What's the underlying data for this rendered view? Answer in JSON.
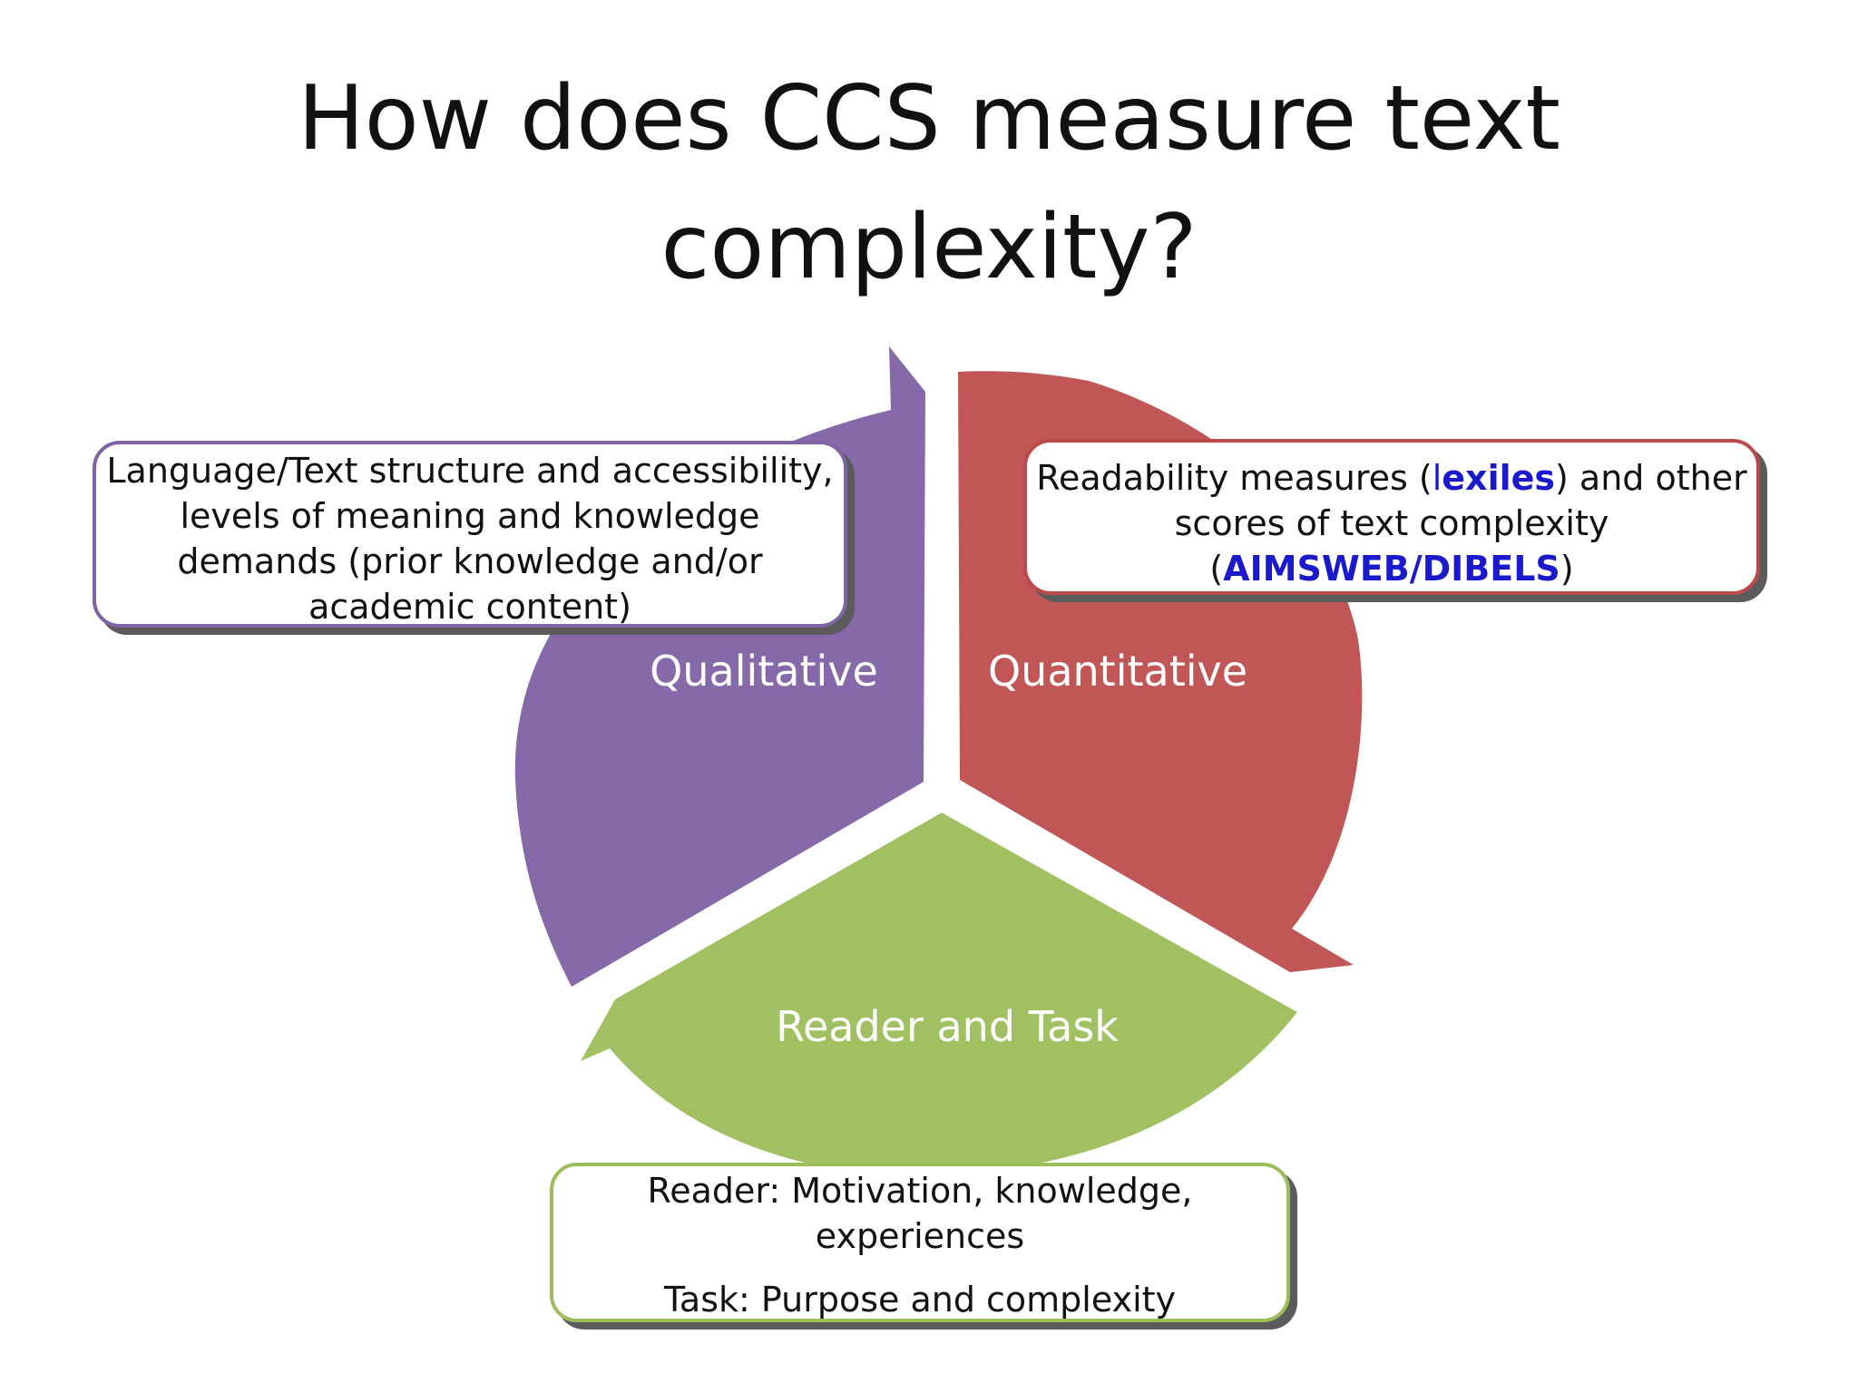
{
  "title": "How does CCS measure text complexity?",
  "colors": {
    "qualitative": "#8669a8",
    "quantitative": "#c05656",
    "reader_and_task": "#a0c061",
    "link": "#1a1acc"
  },
  "segments": {
    "qualitative": {
      "label": "Qualitative"
    },
    "quantitative": {
      "label": "Quantitative"
    },
    "reader_and_task": {
      "label": "Reader and Task"
    }
  },
  "callouts": {
    "qualitative": {
      "text": "Language/Text structure and accessibility, levels of meaning and knowledge demands (prior knowledge and/or academic content)"
    },
    "quantitative": {
      "line1_before": "Readability measures (",
      "line1_l": "l",
      "line1_link": "exiles",
      "line1_after": ") and other",
      "line2": "scores of text complexity",
      "line3_open": "(",
      "line3_link": "AIMSWEB/DIBELS",
      "line3_close": ")"
    },
    "reader_and_task": {
      "reader": "Reader: Motivation, knowledge, experiences",
      "task": "Task: Purpose and complexity"
    }
  }
}
